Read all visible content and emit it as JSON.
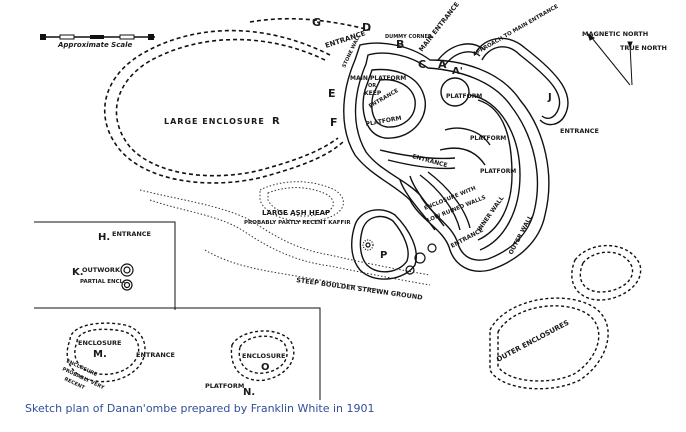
{
  "scale_label": "Approximate Scale",
  "north": {
    "magnetic": "MAGNETIC NORTH",
    "true": "TRUE NORTH"
  },
  "letters": {
    "G": "G",
    "D": "D",
    "B": "B",
    "C": "C",
    "A": "A",
    "A_prime": "A'",
    "E": "E",
    "F": "F",
    "J": "J",
    "H": "H.",
    "K": "K.",
    "M": "M.",
    "N": "N.",
    "O": "O",
    "P": "P",
    "R": "R"
  },
  "labels": {
    "large_enclosure": "LARGE ENCLOSURE",
    "entrance_d": "ENTRANCE",
    "main_entrance": "MAIN ENTRANCE",
    "stone_wall": "STONE WALL",
    "dummy_corner": "DUMMY CORNER",
    "approach_to_main_entrance": "APPROACH TO MAIN ENTRANCE",
    "main_platform": "MAIN PLATFORM",
    "or": "OR",
    "keep": "KEEP",
    "entrance_keep": "ENTRANCE",
    "platform_1": "PLATFORM",
    "platform_2": "PLATFORM",
    "platform_3": "PLATFORM",
    "platform_4": "PLATFORM",
    "entrance_east": "ENTRANCE",
    "entrance_inner": "ENTRANCE",
    "enclosure_with": "ENCLOSURE WITH",
    "low_ruined_walls": "LOW RUINED WALLS",
    "entrance_low": "ENTRANCE",
    "inner_wall": "INNER WALL",
    "outer_wall": "OUTER WALL",
    "large_ash_heap": "LARGE ASH HEAP",
    "probably_kaffir": "PROBABLY PARTLY RECENT KAFFIR",
    "steep_boulder": "STEEP BOULDER STREWN GROUND",
    "entrance_h": "ENTRANCE",
    "outwork": "OUTWORK",
    "partial_encl": "PARTIAL ENCL.",
    "enclosure_m": "ENCLOSURE",
    "entrance_m": "ENTRANCE",
    "enclosure_recent_1": "ENCLOSURE",
    "enclosure_recent_2": "PROBABLY VERY",
    "enclosure_recent_3": "RECENT",
    "enclosure_o": "ENCLOSURE",
    "platform_n": "PLATFORM",
    "outer_enclosures": "OUTER ENCLOSURES"
  },
  "caption": "Sketch plan of Danan'ombe prepared by Franklin White in 1901"
}
